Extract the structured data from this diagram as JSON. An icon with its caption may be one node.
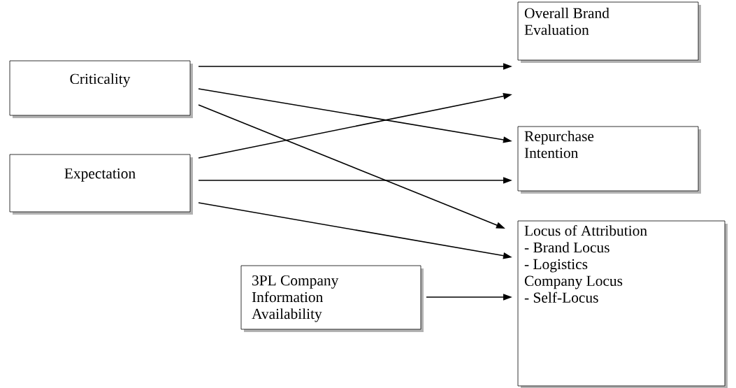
{
  "diagram": {
    "nodes": [
      {
        "text": [
          "Criticality"
        ]
      },
      {
        "text": [
          "Expectation"
        ]
      },
      {
        "text": [
          "3PL Company Information Availability"
        ]
      },
      {
        "text": [
          "Overall Brand Evaluation"
        ]
      },
      {
        "text": [
          "Repurchase Intention"
        ]
      },
      {
        "text": [
          "Locus of Attribution",
          "- Brand Locus",
          "- Logistics Company Locus",
          "- Self-Locus"
        ]
      }
    ],
    "edges": [
      {
        "from": 0,
        "to": 3,
        "arrow": "to"
      },
      {
        "from": 1,
        "to": 3,
        "arrow": "to"
      },
      {
        "from": 0,
        "to": 4,
        "arrow": "to"
      },
      {
        "from": 1,
        "to": 4,
        "arrow": "to"
      },
      {
        "from": 0,
        "to": 5,
        "arrow": "to"
      },
      {
        "from": 1,
        "to": 5,
        "arrow": "to"
      },
      {
        "from": 2,
        "to": 5,
        "arrow": "to"
      }
    ]
  }
}
